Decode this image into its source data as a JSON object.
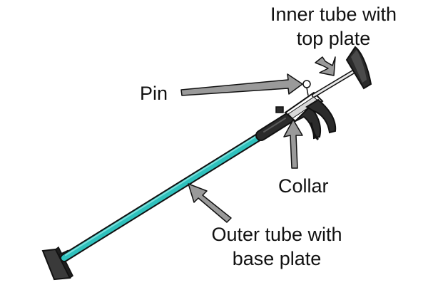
{
  "labels": {
    "inner_tube_line1": "Inner tube with",
    "inner_tube_line2": "top plate",
    "pin": "Pin",
    "collar": "Collar",
    "outer_tube_line1": "Outer tube with",
    "outer_tube_line2": "base plate"
  },
  "colors": {
    "outer_tube": "#2fc1bd",
    "outline": "#1a1a1a",
    "arrow_fill": "#9a9a9a",
    "handle": "#2b2b2b",
    "background": "#ffffff"
  }
}
